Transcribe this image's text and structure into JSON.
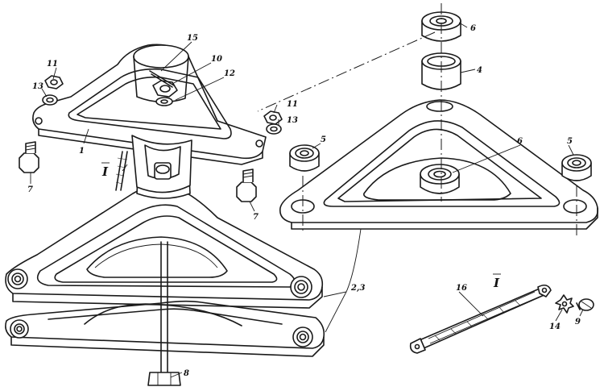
{
  "labels": {
    "l1": "1",
    "l2_3": "2,3",
    "l4": "4",
    "l5a": "5",
    "l5b": "5",
    "l6a": "6",
    "l6b": "6",
    "l7a": "7",
    "l7b": "7",
    "l8": "8",
    "l9": "9",
    "l10": "10",
    "l11a": "11",
    "l11b": "11",
    "l12": "12",
    "l13a": "13",
    "l13b": "13",
    "l14": "14",
    "l15": "15",
    "l16": "16",
    "viewA": "I",
    "viewB": "I"
  }
}
